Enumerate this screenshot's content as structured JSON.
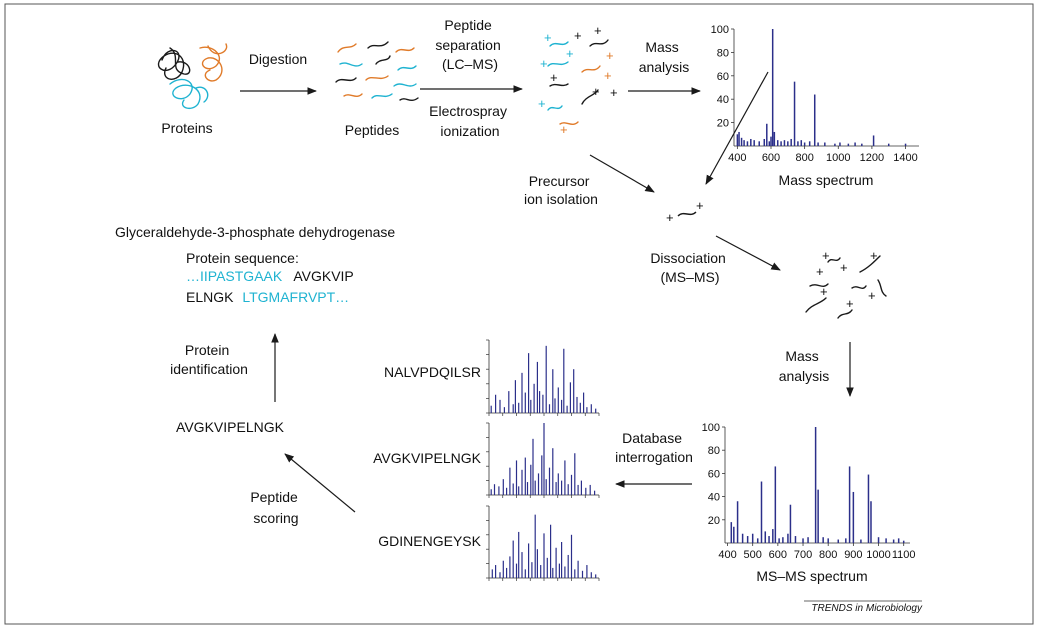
{
  "labels": {
    "proteins": "Proteins",
    "digestion": "Digestion",
    "peptides": "Peptides",
    "peptide_separation": [
      "Peptide",
      "separation",
      "(LC–MS)"
    ],
    "electrospray": [
      "Electrospray",
      "ionization"
    ],
    "mass_analysis_top": [
      "Mass",
      "analysis"
    ],
    "mass_spectrum": "Mass spectrum",
    "precursor": [
      "Precursor",
      "ion isolation"
    ],
    "dissociation": [
      "Dissociation",
      "(MS–MS)"
    ],
    "mass_analysis_right": [
      "Mass",
      "analysis"
    ],
    "msms_spectrum": "MS–MS spectrum",
    "database": [
      "Database",
      "interrogation"
    ],
    "peptide_scoring": [
      "Peptide",
      "scoring"
    ],
    "protein_identification": [
      "Protein",
      "identification"
    ],
    "identified_peptide": "AVGKVIPELNGK",
    "protein_name": "Glyceraldehyde-3-phosphate dehydrogenase",
    "protein_sequence_label": "Protein sequence:",
    "seq_line1_a": "…IIPASTGAAK",
    "seq_line1_b": "AVGKVIP",
    "seq_line2_a": "ELNGK",
    "seq_line2_b": "LTGMAFRVPT…",
    "candidate_1": "NALVPDQILSR",
    "candidate_2": "AVGKVIPELNGK",
    "candidate_3": "GDINENGEYSK",
    "journal": "TRENDS in Microbiology"
  },
  "colors": {
    "protein_black": "#1a1a1a",
    "protein_orange": "#e07b2a",
    "protein_cyan": "#1fb3d1",
    "spectrum": "#2b2f8a",
    "sequence_highlight": "#1fb3d1"
  },
  "chart_data": [
    {
      "type": "bar",
      "name": "Mass spectrum",
      "x_ticks": [
        400,
        600,
        800,
        1000,
        1200,
        1400
      ],
      "y_ticks": [
        20,
        40,
        60,
        80,
        100
      ],
      "xlim": [
        380,
        1480
      ],
      "ylim": [
        0,
        100
      ],
      "peaks": [
        [
          400,
          10
        ],
        [
          410,
          12
        ],
        [
          425,
          7
        ],
        [
          440,
          5
        ],
        [
          460,
          4
        ],
        [
          480,
          6
        ],
        [
          500,
          5
        ],
        [
          530,
          4
        ],
        [
          560,
          6
        ],
        [
          575,
          19
        ],
        [
          590,
          4
        ],
        [
          600,
          8
        ],
        [
          610,
          100
        ],
        [
          620,
          12
        ],
        [
          640,
          5
        ],
        [
          660,
          4
        ],
        [
          680,
          5
        ],
        [
          700,
          4
        ],
        [
          720,
          6
        ],
        [
          740,
          55
        ],
        [
          760,
          4
        ],
        [
          780,
          5
        ],
        [
          800,
          3
        ],
        [
          830,
          4
        ],
        [
          860,
          44
        ],
        [
          880,
          3
        ],
        [
          920,
          3
        ],
        [
          980,
          2
        ],
        [
          1010,
          3
        ],
        [
          1060,
          2
        ],
        [
          1100,
          3
        ],
        [
          1140,
          2
        ],
        [
          1210,
          9
        ],
        [
          1300,
          2
        ],
        [
          1400,
          2
        ]
      ]
    },
    {
      "type": "bar",
      "name": "MS–MS spectrum",
      "x_ticks": [
        400,
        500,
        600,
        700,
        800,
        900,
        1000,
        1100
      ],
      "y_ticks": [
        20,
        40,
        60,
        80,
        100
      ],
      "xlim": [
        390,
        1125
      ],
      "ylim": [
        0,
        100
      ],
      "peaks": [
        [
          415,
          18
        ],
        [
          425,
          14
        ],
        [
          440,
          36
        ],
        [
          460,
          8
        ],
        [
          480,
          6
        ],
        [
          500,
          8
        ],
        [
          520,
          4
        ],
        [
          535,
          53
        ],
        [
          550,
          10
        ],
        [
          565,
          6
        ],
        [
          580,
          12
        ],
        [
          590,
          66
        ],
        [
          605,
          4
        ],
        [
          620,
          5
        ],
        [
          640,
          8
        ],
        [
          650,
          33
        ],
        [
          670,
          6
        ],
        [
          700,
          4
        ],
        [
          720,
          5
        ],
        [
          750,
          100
        ],
        [
          760,
          46
        ],
        [
          780,
          5
        ],
        [
          800,
          4
        ],
        [
          840,
          3
        ],
        [
          870,
          4
        ],
        [
          885,
          66
        ],
        [
          900,
          44
        ],
        [
          930,
          3
        ],
        [
          960,
          59
        ],
        [
          970,
          36
        ],
        [
          1000,
          5
        ],
        [
          1030,
          4
        ],
        [
          1060,
          3
        ],
        [
          1080,
          4
        ],
        [
          1100,
          2
        ]
      ]
    },
    {
      "type": "bar",
      "name": "NALVPDQILSR",
      "xlim": [
        0,
        100
      ],
      "ylim": [
        0,
        100
      ],
      "peaks": [
        [
          2,
          10
        ],
        [
          6,
          25
        ],
        [
          10,
          18
        ],
        [
          14,
          8
        ],
        [
          18,
          30
        ],
        [
          22,
          12
        ],
        [
          24,
          45
        ],
        [
          27,
          14
        ],
        [
          30,
          55
        ],
        [
          33,
          28
        ],
        [
          36,
          82
        ],
        [
          38,
          18
        ],
        [
          41,
          40
        ],
        [
          44,
          70
        ],
        [
          46,
          30
        ],
        [
          49,
          25
        ],
        [
          52,
          92
        ],
        [
          55,
          12
        ],
        [
          58,
          60
        ],
        [
          60,
          20
        ],
        [
          63,
          35
        ],
        [
          66,
          18
        ],
        [
          68,
          88
        ],
        [
          71,
          10
        ],
        [
          74,
          42
        ],
        [
          77,
          60
        ],
        [
          80,
          22
        ],
        [
          83,
          14
        ],
        [
          86,
          28
        ],
        [
          89,
          8
        ],
        [
          93,
          12
        ],
        [
          97,
          6
        ]
      ]
    },
    {
      "type": "bar",
      "name": "AVGKVIPELNGK",
      "xlim": [
        0,
        100
      ],
      "ylim": [
        0,
        100
      ],
      "peaks": [
        [
          2,
          8
        ],
        [
          5,
          15
        ],
        [
          9,
          12
        ],
        [
          13,
          22
        ],
        [
          16,
          10
        ],
        [
          19,
          38
        ],
        [
          22,
          16
        ],
        [
          25,
          48
        ],
        [
          27,
          12
        ],
        [
          30,
          35
        ],
        [
          33,
          52
        ],
        [
          35,
          18
        ],
        [
          38,
          42
        ],
        [
          40,
          78
        ],
        [
          42,
          20
        ],
        [
          45,
          30
        ],
        [
          48,
          55
        ],
        [
          50,
          100
        ],
        [
          52,
          22
        ],
        [
          55,
          38
        ],
        [
          58,
          65
        ],
        [
          61,
          18
        ],
        [
          63,
          30
        ],
        [
          66,
          20
        ],
        [
          69,
          48
        ],
        [
          72,
          15
        ],
        [
          75,
          28
        ],
        [
          78,
          58
        ],
        [
          81,
          14
        ],
        [
          84,
          20
        ],
        [
          88,
          10
        ],
        [
          92,
          14
        ],
        [
          96,
          6
        ]
      ]
    },
    {
      "type": "bar",
      "name": "GDINENGEYSK",
      "xlim": [
        0,
        100
      ],
      "ylim": [
        0,
        100
      ],
      "peaks": [
        [
          3,
          12
        ],
        [
          6,
          18
        ],
        [
          10,
          8
        ],
        [
          13,
          24
        ],
        [
          16,
          14
        ],
        [
          19,
          30
        ],
        [
          22,
          52
        ],
        [
          25,
          20
        ],
        [
          27,
          64
        ],
        [
          30,
          36
        ],
        [
          33,
          12
        ],
        [
          36,
          48
        ],
        [
          39,
          22
        ],
        [
          42,
          88
        ],
        [
          44,
          40
        ],
        [
          47,
          18
        ],
        [
          50,
          62
        ],
        [
          53,
          28
        ],
        [
          56,
          74
        ],
        [
          58,
          14
        ],
        [
          61,
          42
        ],
        [
          64,
          20
        ],
        [
          66,
          50
        ],
        [
          69,
          16
        ],
        [
          72,
          32
        ],
        [
          75,
          60
        ],
        [
          78,
          12
        ],
        [
          81,
          24
        ],
        [
          85,
          10
        ],
        [
          89,
          18
        ],
        [
          93,
          8
        ],
        [
          97,
          5
        ]
      ]
    }
  ]
}
